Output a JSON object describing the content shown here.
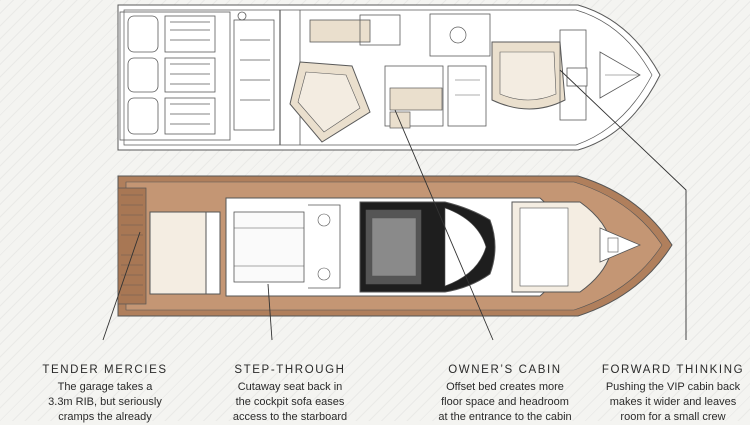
{
  "captions": [
    {
      "title": "TENDER MERCIES",
      "body": "The garage takes a\n3.3m RIB, but seriously\ncramps the already"
    },
    {
      "title": "STEP-THROUGH",
      "body": "Cutaway seat back in\nthe cockpit sofa eases\naccess to the starboard"
    },
    {
      "title": "OWNER’S CABIN",
      "body": "Offset bed creates more\nfloor space and headroom\nat the entrance to the cabin"
    },
    {
      "title": "FORWARD THINKING",
      "body": "Pushing the VIP cabin back\nmakes it wider and leaves\nroom for a small crew"
    }
  ],
  "colors": {
    "teak": "#b07f5c",
    "cushion": "#eadfcd",
    "line": "#555555",
    "deck": "#ffffff",
    "glass_dark": "#1e1e1e"
  }
}
